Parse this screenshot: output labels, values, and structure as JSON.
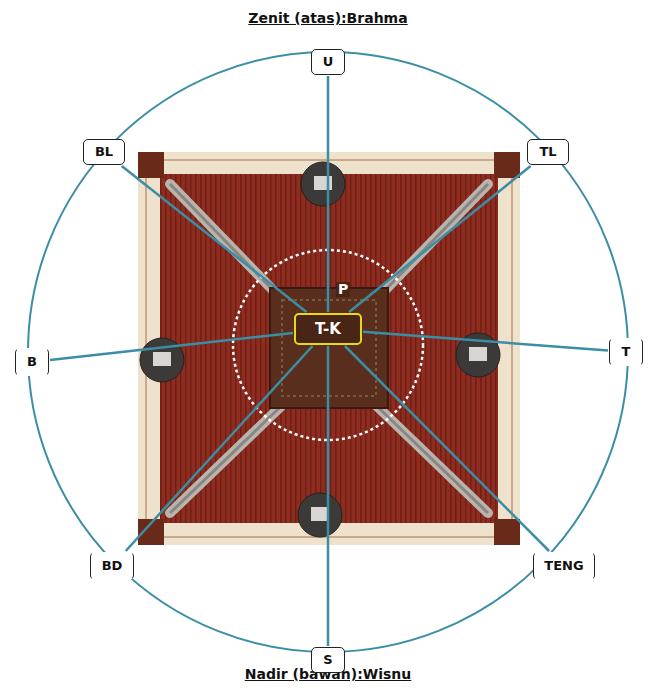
{
  "diagram": {
    "title": "Zenit (atas):Brahma",
    "caption": "Nadir (bawah):Wisnu",
    "nodes": [
      {
        "text": [
          "U"
        ]
      },
      {
        "text": [
          "BL"
        ]
      },
      {
        "text": [
          "TL"
        ]
      },
      {
        "text": [
          "T-K"
        ]
      },
      {
        "text": [
          "B"
        ]
      },
      {
        "text": [
          "T"
        ]
      },
      {
        "text": [
          "BD"
        ]
      },
      {
        "text": [
          "TENG"
        ]
      },
      {
        "text": [
          "S"
        ]
      }
    ],
    "edges": [
      {
        "from": 3,
        "to": 0,
        "arrow": "none"
      },
      {
        "from": 3,
        "to": 1,
        "arrow": "none"
      },
      {
        "from": 3,
        "to": 2,
        "arrow": "none"
      },
      {
        "from": 3,
        "to": 4,
        "arrow": "none"
      },
      {
        "from": 3,
        "to": 5,
        "arrow": "none"
      },
      {
        "from": 3,
        "to": 6,
        "arrow": "none"
      },
      {
        "from": 3,
        "to": 7,
        "arrow": "none"
      },
      {
        "from": 3,
        "to": 8,
        "arrow": "none"
      }
    ],
    "labels": [
      "P"
    ]
  }
}
